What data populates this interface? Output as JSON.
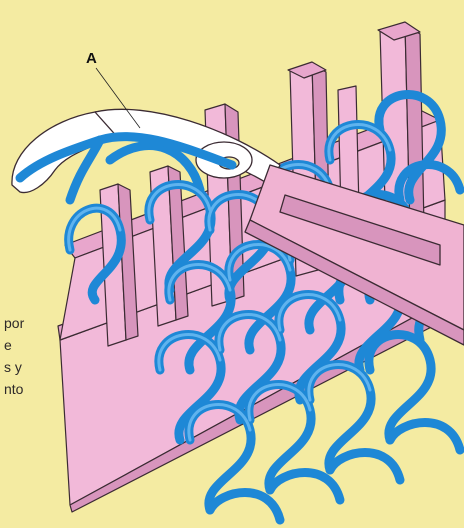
{
  "figure": {
    "label": "A",
    "text_lines": [
      "por",
      "e",
      "s y",
      "nto"
    ]
  },
  "colors": {
    "background": "#f4eba2",
    "board": "#f2b9d9",
    "board_shade": "#d895bd",
    "board_dark": "#b8709f",
    "yarn": "#1e88d6",
    "yarn_light": "#5fb3ee",
    "hook": "#ffffff",
    "handle": "#f0b3d2",
    "outline": "#3b2b33",
    "text": "#2e2a29"
  },
  "icons": {
    "hook": "crochet-hook-icon",
    "board": "knitting-loom-icon",
    "yarn": "yarn-mesh-icon"
  }
}
